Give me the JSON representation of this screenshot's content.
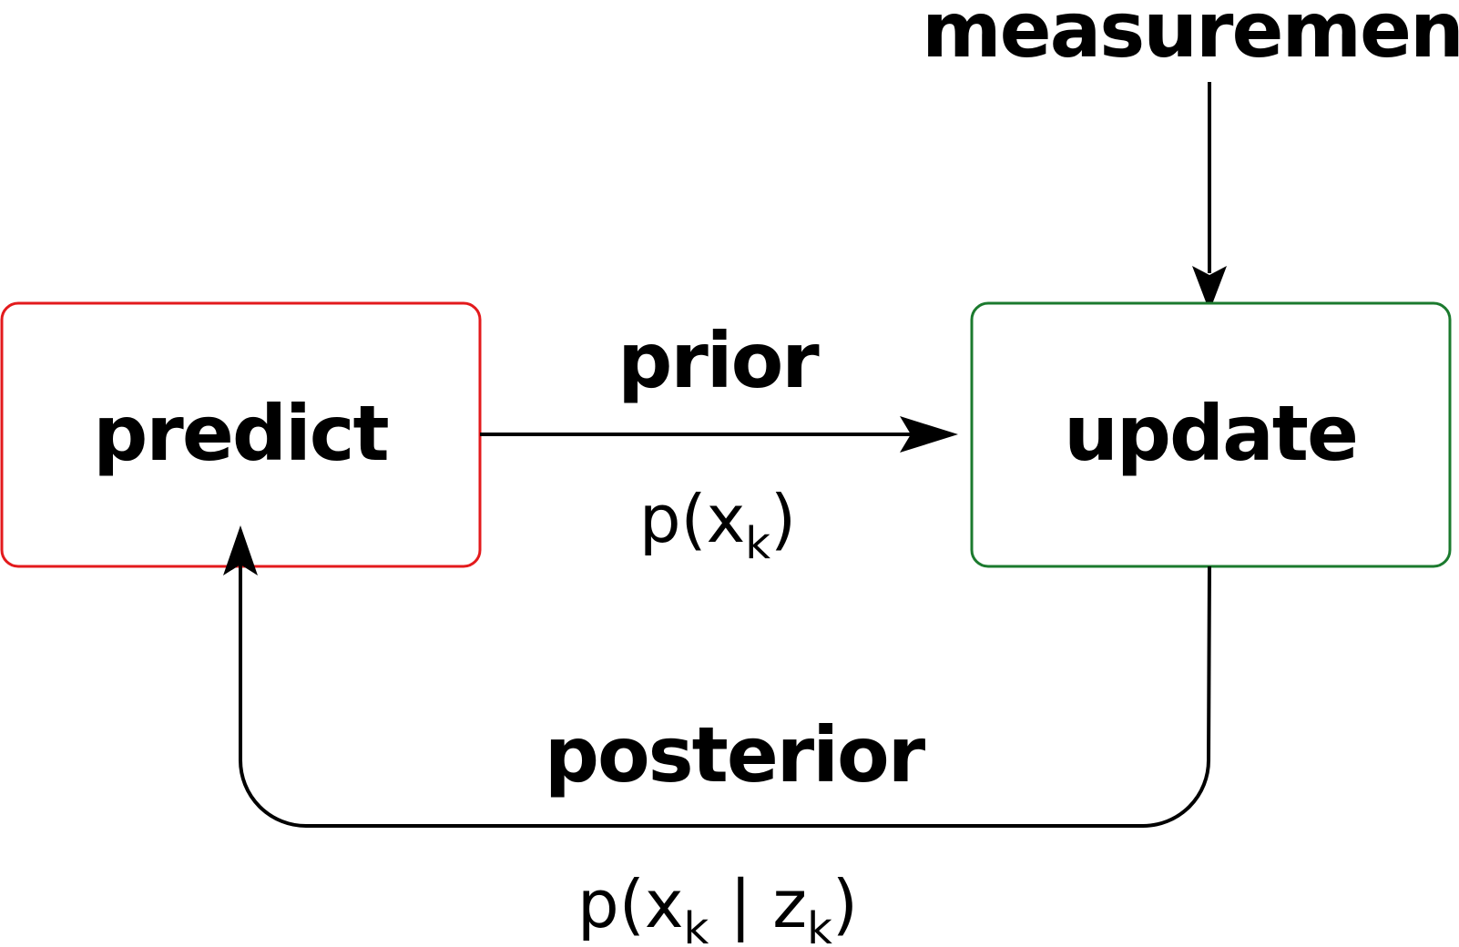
{
  "nodes": {
    "predict": {
      "label": "predict",
      "border_color": "#e31a1c"
    },
    "update": {
      "label": "update",
      "border_color": "#1b7a2e"
    }
  },
  "inputs": {
    "measurement": {
      "label": "measurement"
    }
  },
  "edges": {
    "prior": {
      "label": "prior",
      "expr_prefix": "p(x",
      "expr_sub": "k",
      "expr_suffix": ")"
    },
    "posterior": {
      "label": "posterior",
      "expr_prefix": "p(x",
      "expr_sub_1": "k",
      "expr_middle": " | z",
      "expr_sub_2": "k",
      "expr_suffix": ")"
    }
  }
}
